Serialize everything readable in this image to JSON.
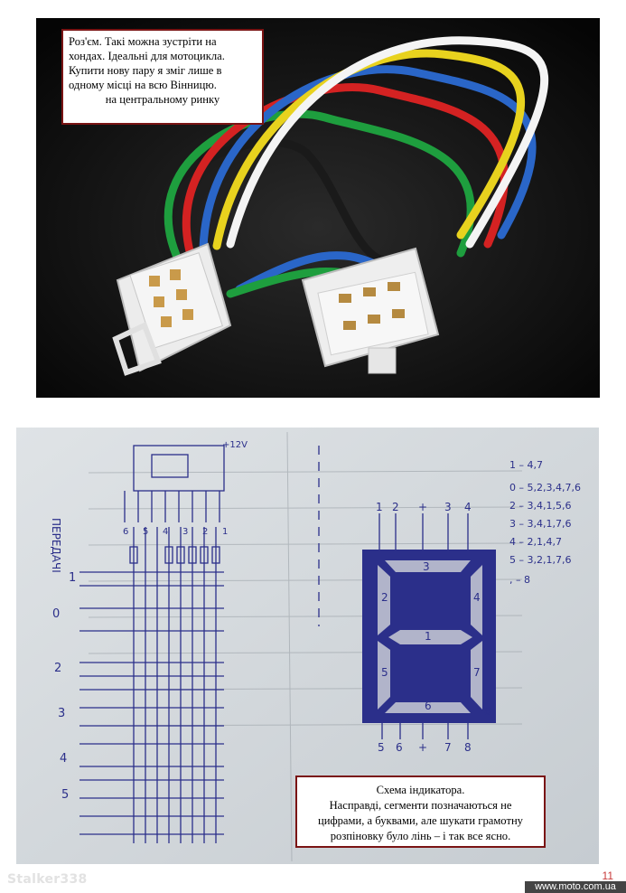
{
  "photo1": {
    "caption": {
      "lines": [
        "Роз'єм. Такі можна зустріти на",
        "хондах. Ідеальні для мотоцикла.",
        "Купити нову пару я зміг лише в",
        "одному місці на всю Вінницю.",
        "на центральному ринку"
      ]
    },
    "wire_colors": [
      "#ffffff",
      "#e8d21e",
      "#2a66c8",
      "#d42222",
      "#1e9e3e",
      "#1a1a1a"
    ]
  },
  "photo2": {
    "caption": {
      "lines": [
        "Схема індикатора.",
        "Насправді, сегменти позначаються не",
        "цифрами, а буквами, але шукати грамотну",
        "розпіновку було лінь – і так все ясно."
      ]
    },
    "sketch": {
      "side_label": "ПЕРЕДАЧІ",
      "gear_labels": [
        "1",
        "0",
        "2",
        "3",
        "4",
        "5"
      ],
      "pin_top": [
        "1",
        "2",
        "+",
        "3",
        "4"
      ],
      "pin_bottom": [
        "5",
        "6",
        "+",
        "7",
        "8"
      ],
      "segments": [
        "3",
        "2",
        "4",
        "1",
        "5",
        "7",
        "6"
      ],
      "corner_mark": "8",
      "mapping": [
        "1 – 4,7",
        "0 – 5,2,3,4,7,6",
        "2 – 3,4,1,5,6",
        "3 – 3,4,1,7,6",
        "4 – 2,1,4,7",
        "5 – 3,2,1,7,6",
        ", – 8"
      ],
      "connector_label": "+12V",
      "pin_numbers": [
        "6",
        "5",
        "4",
        "3",
        "2",
        "1"
      ]
    },
    "ink_color": "#2b2f8a"
  },
  "footer": {
    "watermark": "Stalker338",
    "page_number": "11",
    "site": "www.moto.com.ua"
  }
}
